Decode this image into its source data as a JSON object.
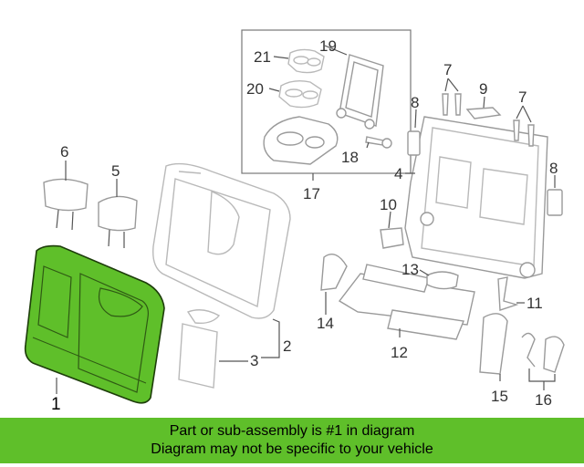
{
  "banner": {
    "line1": "Part or sub-assembly is #1 in diagram",
    "line2": "Diagram may not be specific to your vehicle"
  },
  "callouts": {
    "c1": "1",
    "c2": "2",
    "c3": "3",
    "c4": "4",
    "c5": "5",
    "c6": "6",
    "c7a": "7",
    "c7b": "7",
    "c8a": "8",
    "c8b": "8",
    "c9": "9",
    "c10": "10",
    "c11": "11",
    "c12": "12",
    "c13": "13",
    "c14": "14",
    "c15": "15",
    "c16": "16",
    "c17": "17",
    "c18": "18",
    "c19": "19",
    "c20": "20",
    "c21": "21"
  },
  "colors": {
    "highlight": "#5fbf2a",
    "banner": "#5fbf2a",
    "outline": "#b9b9b9"
  }
}
